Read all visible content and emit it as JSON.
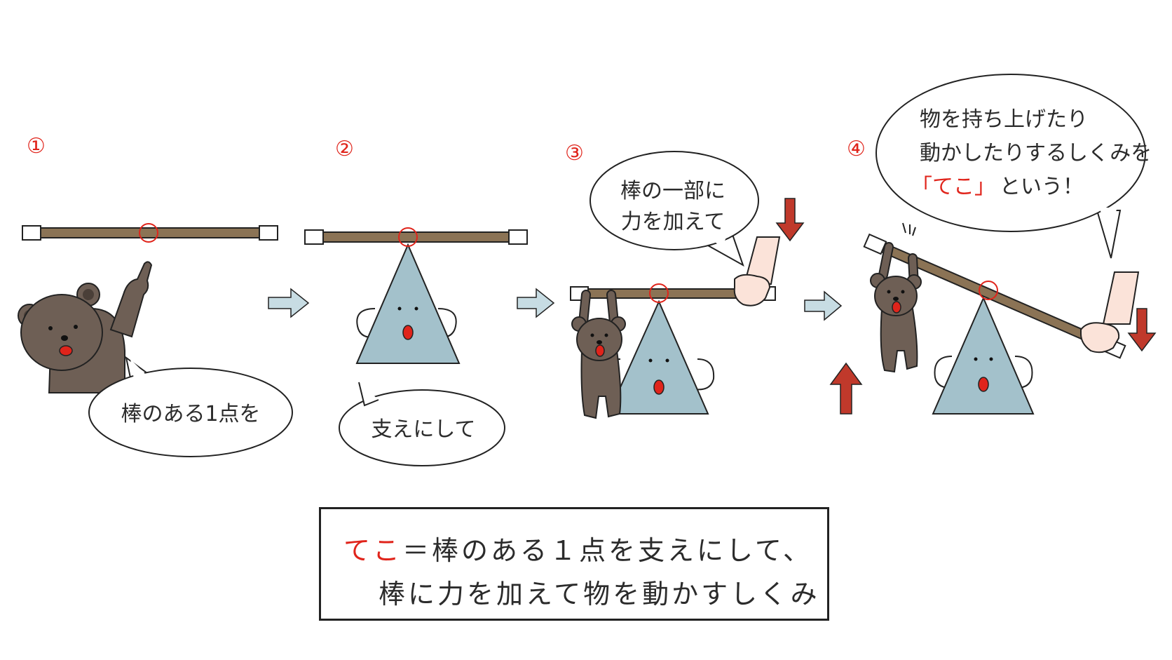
{
  "steps": [
    {
      "number": "①",
      "bubble": [
        "棒のある1点を"
      ]
    },
    {
      "number": "②",
      "bubble": [
        "支えにして"
      ]
    },
    {
      "number": "③",
      "bubble": [
        "棒の一部に",
        "力を加えて"
      ]
    },
    {
      "number": "④",
      "bubble_line1": "物を持ち上げたり",
      "bubble_line2": "動かしたりするしくみを",
      "bubble_term": "「てこ」",
      "bubble_tail": "という！"
    }
  ],
  "definition": {
    "term": "てこ",
    "line1_rest": "＝棒のある１点を支えにして、",
    "line2": "棒に力を加えて物を動かすしくみ"
  },
  "colors": {
    "accent": "#e0241b",
    "stick": "#8b7355",
    "triangle": "#a3c1cb",
    "bear": "#6e5f55",
    "arrow_down": "#c0392b",
    "flow_arrow": "#c7dce3"
  },
  "icons": {
    "flow": "right-arrow-icon",
    "force": "down-arrow-icon",
    "lift": "up-arrow-icon",
    "fulcrum": "red-circle-marker"
  }
}
